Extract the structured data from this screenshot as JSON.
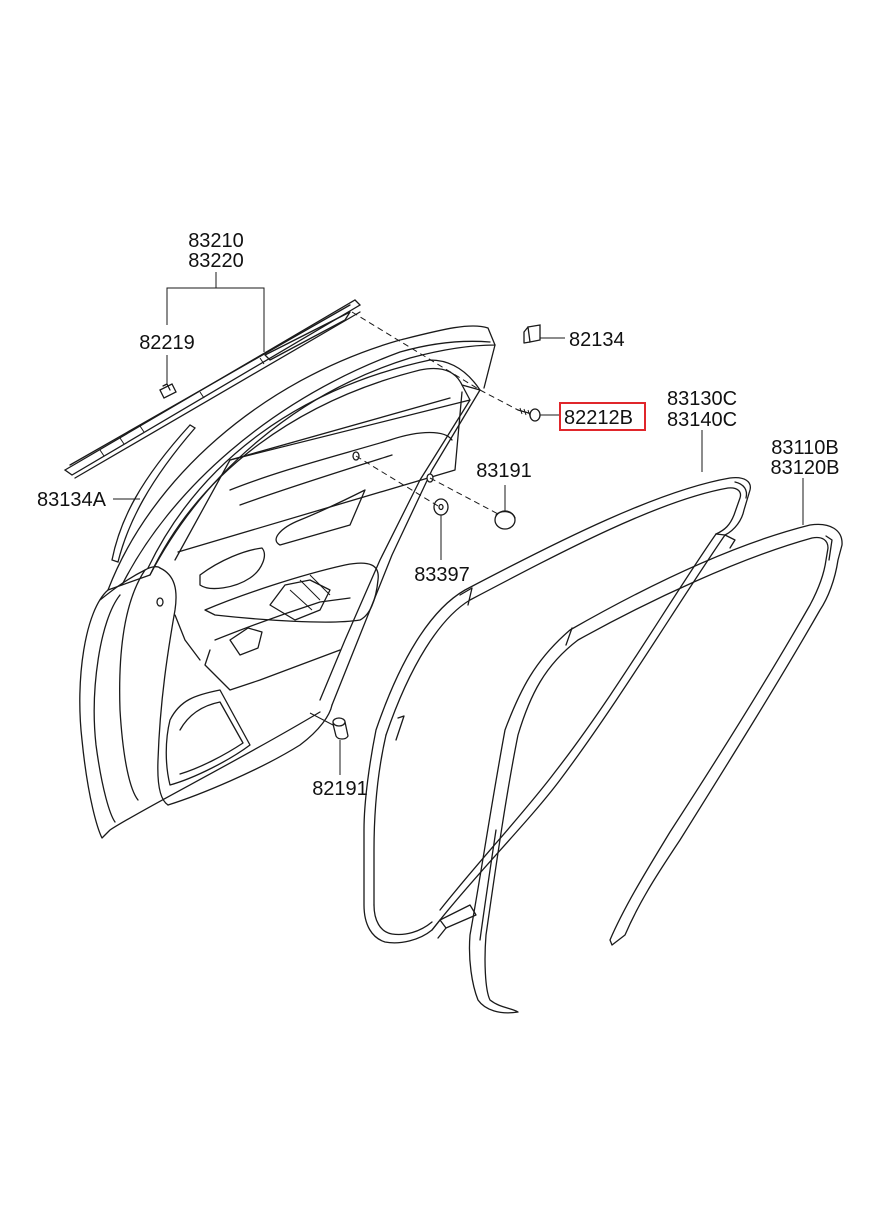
{
  "labels": {
    "p83210": "83210",
    "p83220": "83220",
    "p82219": "82219",
    "p82134": "82134",
    "p82212B": "82212B",
    "p83130C": "83130C",
    "p83140C": "83140C",
    "p83110B": "83110B",
    "p83120B": "83120B",
    "p83191": "83191",
    "p83134A": "83134A",
    "p83397": "83397",
    "p82191": "82191"
  },
  "highlight": {
    "part": "82212B",
    "color": "#e0262b"
  },
  "colors": {
    "line": "#1a1a1a",
    "background": "#ffffff"
  }
}
